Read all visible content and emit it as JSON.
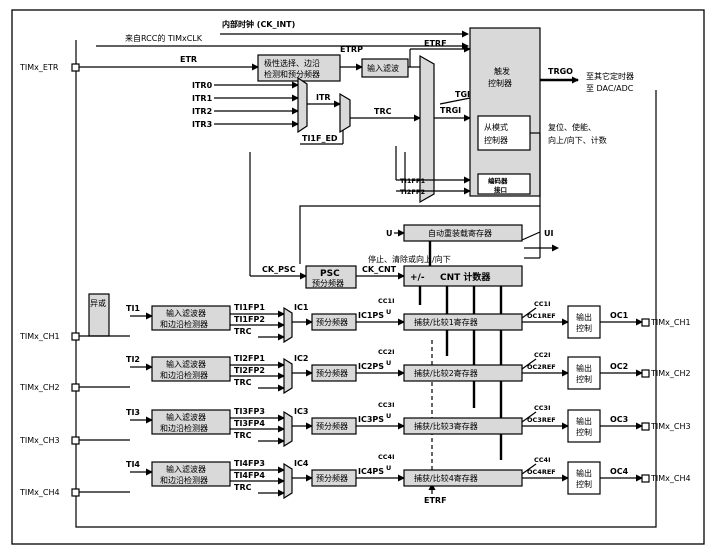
{
  "top": {
    "ck_int": "内部时钟 (CK_INT)",
    "rcc_clk": "来自RCC的 TIMxCLK"
  },
  "pins": {
    "etr": "TIMx_ETR",
    "ch1_in": "TIMx_CH1",
    "ch2_in": "TIMx_CH2",
    "ch3_in": "TIMx_CH3",
    "ch4_in": "TIMx_CH4",
    "ch1_out": "TIMx_CH1",
    "ch2_out": "TIMx_CH2",
    "ch3_out": "TIMx_CH3",
    "ch4_out": "TIMx_CH4"
  },
  "trigger": {
    "etr": "ETR",
    "etrp": "ETRP",
    "etrf": "ETRF",
    "polarity_line1": "极性选择、边沿",
    "polarity_line2": "检测和预分频器",
    "input_filter": "输入滤波",
    "itr0": "ITR0",
    "itr1": "ITR1",
    "itr2": "ITR2",
    "itr3": "ITR3",
    "itr": "ITR",
    "trc": "TRC",
    "ti1f_ed": "TI1F_ED",
    "tgi": "TGI",
    "trgi": "TRGI",
    "ti1fp1": "TI1FP1",
    "ti2fp2": "TI2FP2",
    "ctrl_line1": "触发",
    "ctrl_line2": "控制器",
    "trgo": "TRGO",
    "trgo_line1": "至其它定时器",
    "trgo_line2": "至 DAC/ADC",
    "slave_line1": "从模式",
    "slave_line2": "控制器",
    "reset_line1": "复位、使能、",
    "reset_line2": "向上/向下、计数",
    "encoder_line1": "编码器",
    "encoder_line2": "接口"
  },
  "counter": {
    "u_top": "U",
    "arr": "自动重装载寄存器",
    "ui": "UI",
    "stop_clear": "停止、清除或向上/向下",
    "ck_psc": "CK_PSC",
    "psc_line1": "PSC",
    "psc_line2": "预分频器",
    "ck_cnt": "CK_CNT",
    "plus_minus": "+/-",
    "cnt": "CNT 计数器",
    "u_cnt": "U"
  },
  "channels": [
    {
      "ti": "TI1",
      "fp_a": "TI1FP1",
      "fp_b": "TI1FP2",
      "trc": "TRC",
      "ic": "IC1",
      "psc": "预分频器",
      "icps": "IC1PS",
      "cc_in": "CC1I",
      "u": "U",
      "reg": "捕获/比较1寄存器",
      "cc_out": "CC1I",
      "ocref": "OC1REF",
      "out_ctl": "输出控制",
      "oc": "OC1"
    },
    {
      "ti": "TI2",
      "fp_a": "TI2FP1",
      "fp_b": "TI2FP2",
      "trc": "TRC",
      "ic": "IC2",
      "psc": "预分频器",
      "icps": "IC2PS",
      "cc_in": "CC2I",
      "u": "U",
      "reg": "捕获/比较2寄存器",
      "cc_out": "CC2I",
      "ocref": "OC2REF",
      "out_ctl": "输出控制",
      "oc": "OC2"
    },
    {
      "ti": "TI3",
      "fp_a": "TI3FP3",
      "fp_b": "TI3FP4",
      "trc": "TRC",
      "ic": "IC3",
      "psc": "预分频器",
      "icps": "IC3PS",
      "cc_in": "CC3I",
      "u": "U",
      "reg": "捕获/比较3寄存器",
      "cc_out": "CC3I",
      "ocref": "OC3REF",
      "out_ctl": "输出控制",
      "oc": "OC3"
    },
    {
      "ti": "TI4",
      "fp_a": "TI4FP3",
      "fp_b": "TI4FP4",
      "trc": "TRC",
      "ic": "IC4",
      "psc": "预分频器",
      "icps": "IC4PS",
      "cc_in": "CC4I",
      "u": "U",
      "reg": "捕获/比较4寄存器",
      "cc_out": "CC4I",
      "ocref": "OC4REF",
      "out_ctl": "输出控制",
      "oc": "OC4"
    }
  ],
  "input_stage": {
    "xor": "异或",
    "filter_line1": "输入滤波器",
    "filter_line2": "和边沿检测器"
  },
  "bottom": {
    "etrf": "ETRF"
  }
}
